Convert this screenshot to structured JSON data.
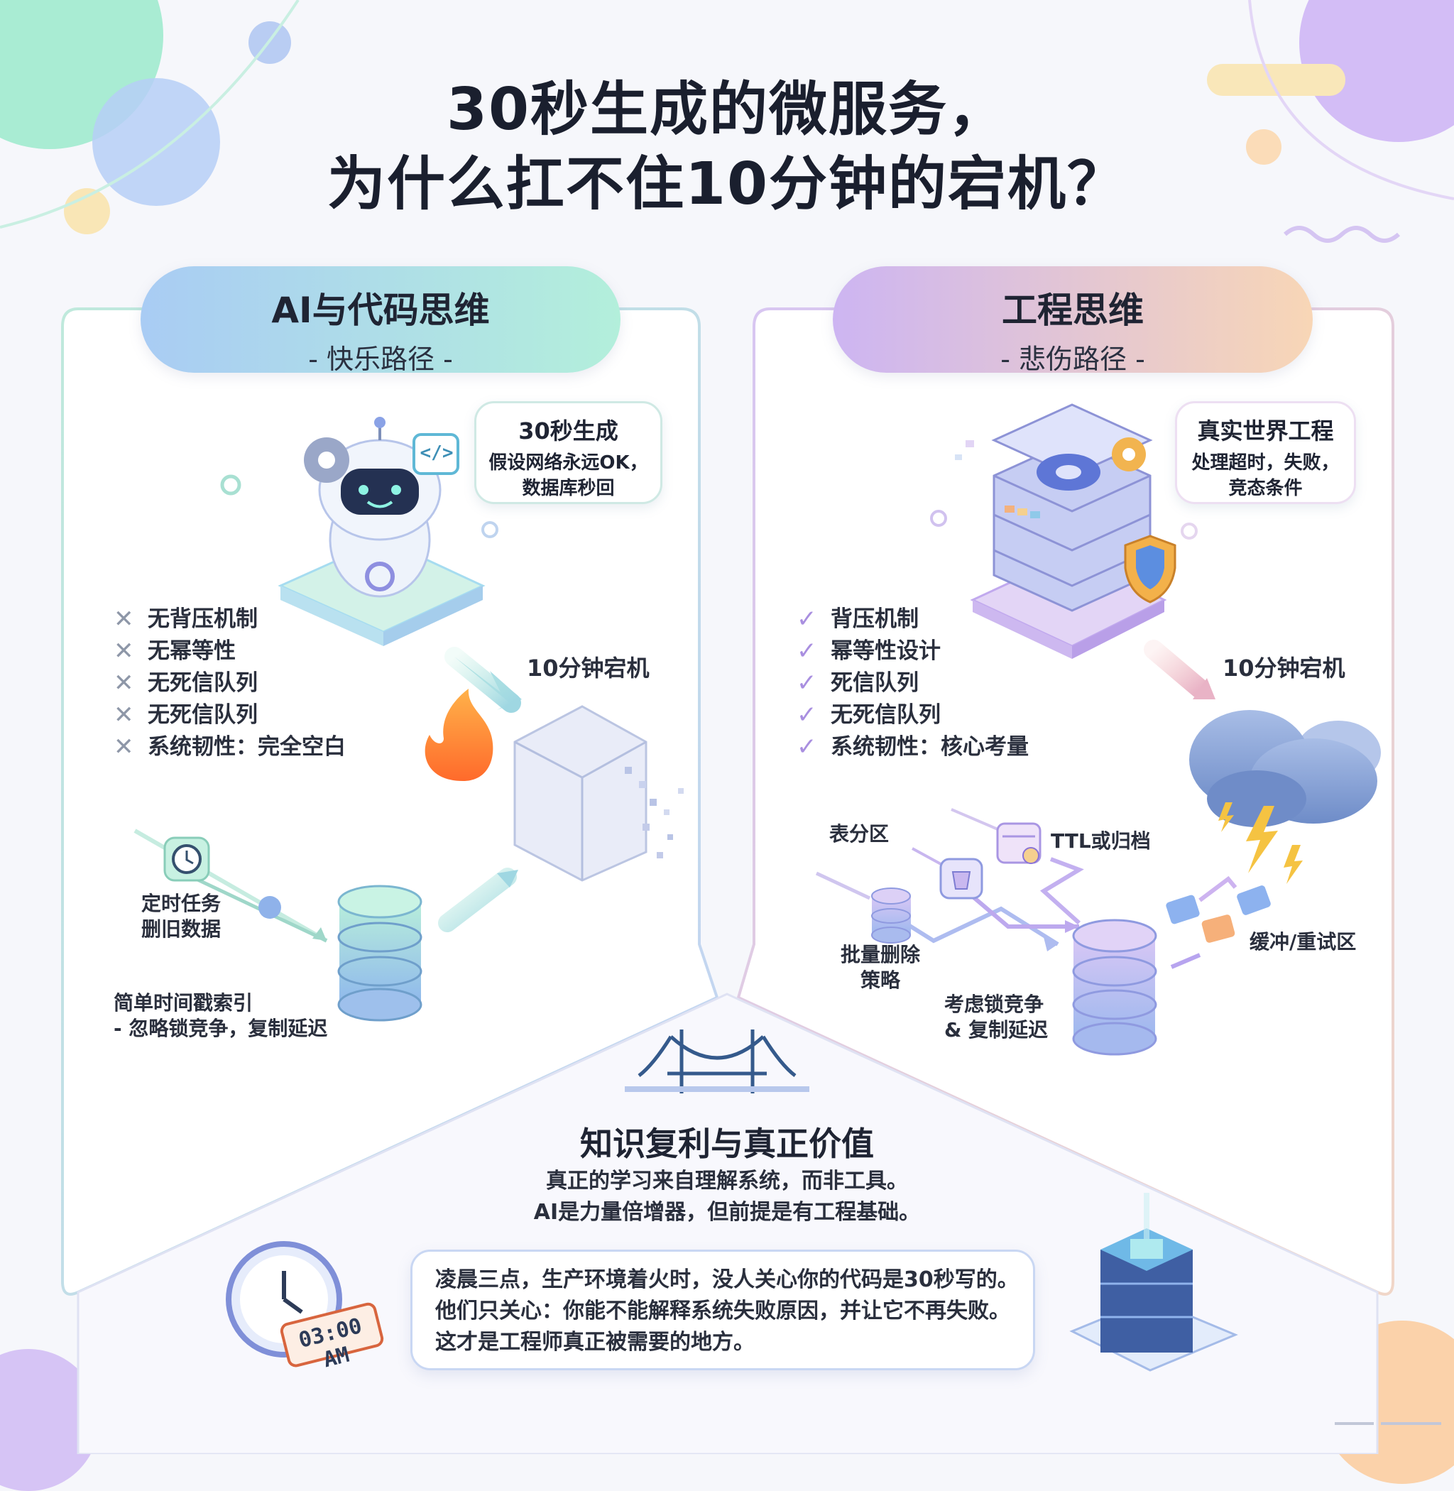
{
  "title": {
    "line1": "30秒生成的微服务，",
    "line2": "为什么扛不住10分钟的宕机？"
  },
  "left": {
    "pill_title": "AI与代码思维",
    "pill_sub": "- 快乐路径 -",
    "bubble_title": "30秒生成",
    "bubble_lines": [
      "假设网络永远OK，",
      "数据库秒回"
    ],
    "list": [
      "无背压机制",
      "无幂等性",
      "无死信队列",
      "无死信队列",
      "系统韧性：完全空白"
    ],
    "outage_label": "10分钟宕机",
    "cron_label": [
      "定时任务",
      "删旧数据"
    ],
    "index_label": [
      "简单时间戳索引",
      "- 忽略锁竞争，复制延迟"
    ],
    "code_icon_text": "</>"
  },
  "right": {
    "pill_title": "工程思维",
    "pill_sub": "- 悲伤路径 -",
    "bubble_title": "真实世界工程",
    "bubble_lines": [
      "处理超时，失败，",
      "竞态条件"
    ],
    "list": [
      "背压机制",
      "幂等性设计",
      "死信队列",
      "无死信队列",
      "系统韧性：核心考量"
    ],
    "outage_label": "10分钟宕机",
    "partition_label": "表分区",
    "ttl_label": "TTL或归档",
    "batch_label": [
      "批量删除",
      "策略"
    ],
    "lock_label": [
      "考虑锁竞争",
      "& 复制延迟"
    ],
    "buffer_label": "缓冲/重试区"
  },
  "bottom": {
    "title": "知识复利与真正价值",
    "sub": [
      "真正的学习来自理解系统，而非工具。",
      "AI是力量倍增器，但前提是有工程基础。"
    ],
    "quote": [
      "凌晨三点，生产环境着火时，没人关心你的代码是30秒写的。",
      "他们只关心：你能不能解释系统失败原因，并让它不再失败。",
      "这才是工程师真正被需要的地方。"
    ],
    "clock_text": "03:00 AM"
  },
  "colors": {
    "mint": "#a8ecd2",
    "blue": "#a9c6f5",
    "lavender": "#c8b3f2",
    "peach": "#f9d1a8",
    "dark": "#1a1f2e",
    "cross": "#8e97a8",
    "check": "#a98fe0"
  }
}
